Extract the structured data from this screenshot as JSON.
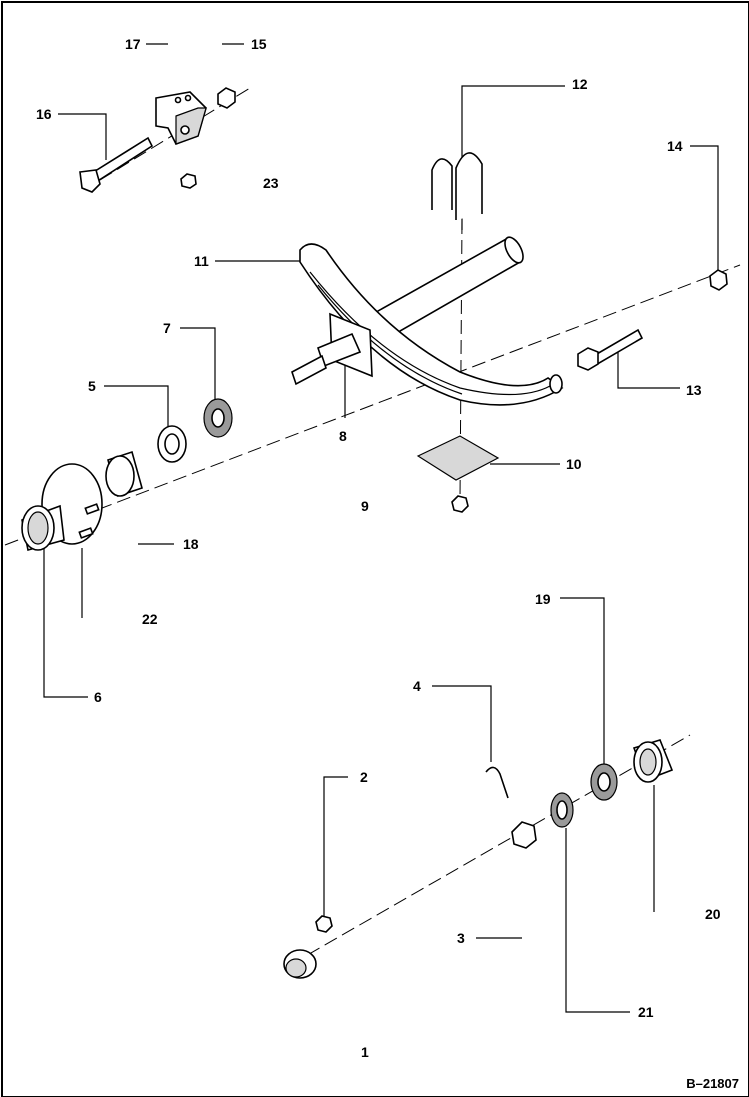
{
  "diagram": {
    "document_id": "B–21807",
    "callouts": {
      "c1": "1",
      "c2": "2",
      "c3": "3",
      "c4": "4",
      "c5": "5",
      "c6": "6",
      "c7": "7",
      "c8": "8",
      "c9": "9",
      "c10": "10",
      "c11": "11",
      "c12": "12",
      "c13": "13",
      "c14": "14",
      "c15": "15",
      "c16": "16",
      "c17": "17",
      "c18": "18",
      "c19": "19",
      "c20": "20",
      "c21": "21",
      "c22": "22",
      "c23": "23"
    }
  }
}
